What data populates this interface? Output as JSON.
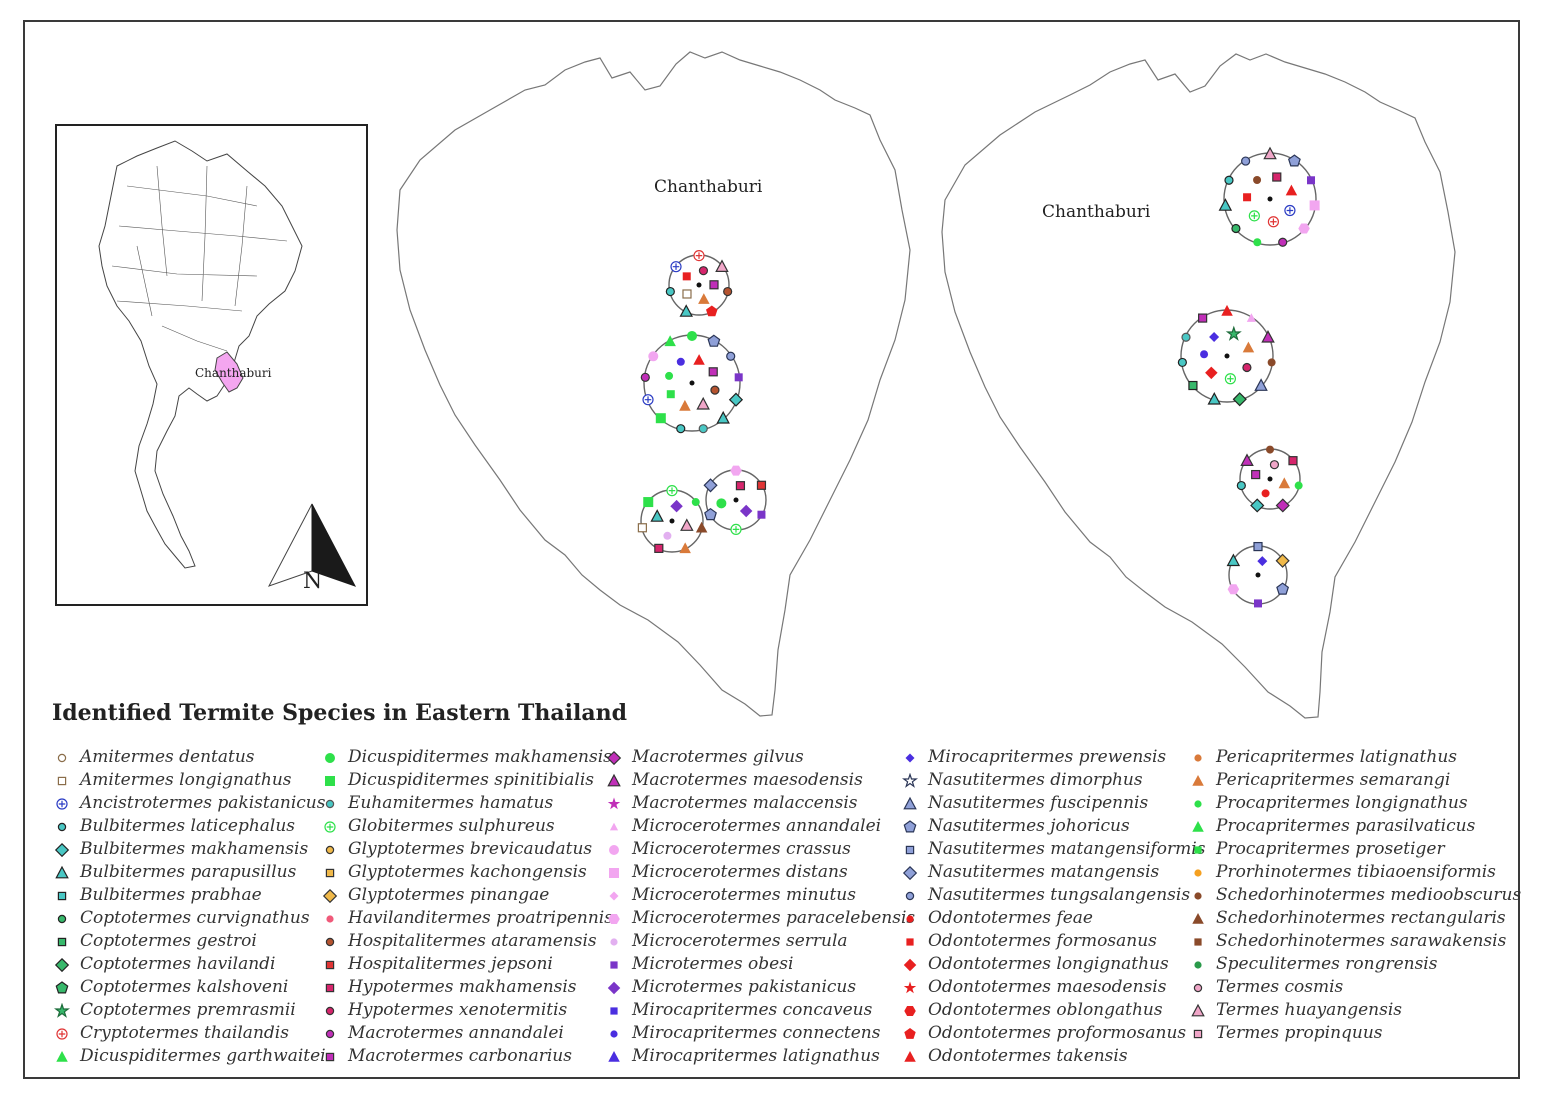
{
  "title": "Identified Termite Species in Eastern Thailand",
  "inset": {
    "highlight_label": "Chanthaburi",
    "north_label": "N",
    "highlight_color": "#f4a6f0"
  },
  "maps": [
    {
      "label": "Chanthaburi"
    },
    {
      "label": "Chanthaburi"
    }
  ],
  "legend": [
    {
      "name": "Amitermes dentatus",
      "shape": "circle",
      "fill": "#ffffff",
      "stroke": "#8a6d4a",
      "size": "s"
    },
    {
      "name": "Amitermes longignathus",
      "shape": "square",
      "fill": "#ffffff",
      "stroke": "#8a6d4a",
      "size": "s"
    },
    {
      "name": "Ancistrotermes pakistanicus",
      "shape": "circleplus",
      "fill": "#ffffff",
      "stroke": "#2b3cc4",
      "size": "m"
    },
    {
      "name": "Bulbitermes laticephalus",
      "shape": "circle",
      "fill": "#49c7c4",
      "stroke": "#222",
      "size": "s"
    },
    {
      "name": "Bulbitermes makhamensis",
      "shape": "diamond",
      "fill": "#49c7c4",
      "stroke": "#222",
      "size": "m"
    },
    {
      "name": "Bulbitermes parapusillus",
      "shape": "triangle",
      "fill": "#49c7c4",
      "stroke": "#222",
      "size": "m"
    },
    {
      "name": "Bulbitermes prabhae",
      "shape": "square",
      "fill": "#49c7c4",
      "stroke": "#222",
      "size": "s"
    },
    {
      "name": "Coptotermes curvignathus",
      "shape": "circle",
      "fill": "#37b86b",
      "stroke": "#222",
      "size": "s"
    },
    {
      "name": "Coptotermes gestroi",
      "shape": "square",
      "fill": "#37b86b",
      "stroke": "#222",
      "size": "s"
    },
    {
      "name": "Coptotermes havilandi",
      "shape": "diamond",
      "fill": "#37b86b",
      "stroke": "#222",
      "size": "m"
    },
    {
      "name": "Coptotermes kalshoveni",
      "shape": "pentagon",
      "fill": "#37b86b",
      "stroke": "#222",
      "size": "m"
    },
    {
      "name": "Coptotermes premrasmii",
      "shape": "star",
      "fill": "#37b86b",
      "stroke": "#1d6b3a",
      "size": "m"
    },
    {
      "name": "Cryptotermes thailandis",
      "shape": "circleplus",
      "fill": "#ffffff",
      "stroke": "#e03535",
      "size": "m"
    },
    {
      "name": "Dicuspiditermes garthwaitei",
      "shape": "triangle",
      "fill": "#2ee04a",
      "stroke": "none",
      "size": "m"
    },
    {
      "name": "Dicuspiditermes makhamensis",
      "shape": "circle",
      "fill": "#2ee04a",
      "stroke": "none",
      "size": "m"
    },
    {
      "name": "Dicuspiditermes spinitibialis",
      "shape": "square",
      "fill": "#2ee04a",
      "stroke": "none",
      "size": "m"
    },
    {
      "name": "Euhamitermes hamatus",
      "shape": "circle",
      "fill": "#49c7c4",
      "stroke": "#555",
      "size": "s"
    },
    {
      "name": "Globitermes sulphureus",
      "shape": "circleplus",
      "fill": "#ffffff",
      "stroke": "#2ee04a",
      "size": "m"
    },
    {
      "name": "Glyptotermes brevicaudatus",
      "shape": "circle",
      "fill": "#f0b94a",
      "stroke": "#333",
      "size": "s"
    },
    {
      "name": "Glyptotermes kachongensis",
      "shape": "square",
      "fill": "#f0b94a",
      "stroke": "#333",
      "size": "s"
    },
    {
      "name": "Glyptotermes pinangae",
      "shape": "diamond",
      "fill": "#f0b94a",
      "stroke": "#333",
      "size": "m"
    },
    {
      "name": "Havilanditermes proatripennis",
      "shape": "circle",
      "fill": "#f05a7a",
      "stroke": "none",
      "size": "s"
    },
    {
      "name": "Hospitalitermes ataramensis",
      "shape": "circle",
      "fill": "#b5532f",
      "stroke": "#333",
      "size": "s"
    },
    {
      "name": "Hospitalitermes jepsoni",
      "shape": "square",
      "fill": "#e03535",
      "stroke": "#333",
      "size": "s"
    },
    {
      "name": "Hypotermes makhamensis",
      "shape": "square",
      "fill": "#d6256c",
      "stroke": "#333",
      "size": "s"
    },
    {
      "name": "Hypotermes xenotermitis",
      "shape": "circle",
      "fill": "#d6256c",
      "stroke": "#333",
      "size": "s"
    },
    {
      "name": "Macrotermes annandalei",
      "shape": "circle",
      "fill": "#c02fb8",
      "stroke": "#333",
      "size": "s"
    },
    {
      "name": "Macrotermes carbonarius",
      "shape": "square",
      "fill": "#c02fb8",
      "stroke": "#333",
      "size": "s"
    },
    {
      "name": "Macrotermes gilvus",
      "shape": "diamond",
      "fill": "#c02fb8",
      "stroke": "#333",
      "size": "m"
    },
    {
      "name": "Macrotermes maesodensis",
      "shape": "triangle",
      "fill": "#c02fb8",
      "stroke": "#333",
      "size": "m"
    },
    {
      "name": "Macrotermes malaccensis",
      "shape": "star",
      "fill": "#c02fb8",
      "stroke": "none",
      "size": "m"
    },
    {
      "name": "Microcerotermes annandalei",
      "shape": "triangle",
      "fill": "#f2a6f0",
      "stroke": "none",
      "size": "s"
    },
    {
      "name": "Microcerotermes crassus",
      "shape": "circle",
      "fill": "#f2a6f0",
      "stroke": "none",
      "size": "m"
    },
    {
      "name": "Microcerotermes distans",
      "shape": "square",
      "fill": "#f2a6f0",
      "stroke": "none",
      "size": "m"
    },
    {
      "name": "Microcerotermes minutus",
      "shape": "diamond",
      "fill": "#f2a6f0",
      "stroke": "none",
      "size": "s"
    },
    {
      "name": "Microcerotermes paracelebensis",
      "shape": "hexagon",
      "fill": "#f2a6f0",
      "stroke": "none",
      "size": "m"
    },
    {
      "name": "Microcerotermes serrula",
      "shape": "circle",
      "fill": "#e2b0f0",
      "stroke": "none",
      "size": "s"
    },
    {
      "name": "Microtermes obesi",
      "shape": "square",
      "fill": "#7a35c8",
      "stroke": "none",
      "size": "s"
    },
    {
      "name": "Microtermes pakistanicus",
      "shape": "diamond",
      "fill": "#7a35c8",
      "stroke": "none",
      "size": "m"
    },
    {
      "name": "Mirocapritermes concaveus",
      "shape": "square",
      "fill": "#4a2ee0",
      "stroke": "none",
      "size": "s"
    },
    {
      "name": "Mirocapritermes connectens",
      "shape": "circle",
      "fill": "#4a2ee0",
      "stroke": "none",
      "size": "s"
    },
    {
      "name": "Mirocapritermes latignathus",
      "shape": "triangle",
      "fill": "#4a2ee0",
      "stroke": "none",
      "size": "m"
    },
    {
      "name": "Mirocapritermes prewensis",
      "shape": "diamond",
      "fill": "#4a2ee0",
      "stroke": "none",
      "size": "s"
    },
    {
      "name": "Nasutitermes dimorphus",
      "shape": "star",
      "fill": "#ffffff",
      "stroke": "#2a3556",
      "size": "m"
    },
    {
      "name": "Nasutitermes fuscipennis",
      "shape": "triangle",
      "fill": "#8fa0d8",
      "stroke": "#2a3556",
      "size": "m"
    },
    {
      "name": "Nasutitermes johoricus",
      "shape": "pentagon",
      "fill": "#8fa0d8",
      "stroke": "#2a3556",
      "size": "m"
    },
    {
      "name": "Nasutitermes matangensiformis",
      "shape": "square",
      "fill": "#8fa0d8",
      "stroke": "#2a3556",
      "size": "s"
    },
    {
      "name": "Nasutitermes matangensis",
      "shape": "diamond",
      "fill": "#8fa0d8",
      "stroke": "#2a3556",
      "size": "m"
    },
    {
      "name": "Nasutitermes tungsalangensis",
      "shape": "circle",
      "fill": "#8fa0d8",
      "stroke": "#2a3556",
      "size": "s"
    },
    {
      "name": "Odontotermes feae",
      "shape": "circle",
      "fill": "#e82020",
      "stroke": "none",
      "size": "s"
    },
    {
      "name": "Odontotermes formosanus",
      "shape": "square",
      "fill": "#e82020",
      "stroke": "none",
      "size": "s"
    },
    {
      "name": "Odontotermes longignathus",
      "shape": "diamond",
      "fill": "#e82020",
      "stroke": "none",
      "size": "m"
    },
    {
      "name": "Odontotermes maesodensis",
      "shape": "star",
      "fill": "#e82020",
      "stroke": "none",
      "size": "m"
    },
    {
      "name": "Odontotermes oblongathus",
      "shape": "hexagon",
      "fill": "#e82020",
      "stroke": "none",
      "size": "m"
    },
    {
      "name": "Odontotermes proformosanus",
      "shape": "pentagon",
      "fill": "#e82020",
      "stroke": "none",
      "size": "m"
    },
    {
      "name": "Odontotermes takensis",
      "shape": "triangle",
      "fill": "#e82020",
      "stroke": "none",
      "size": "m"
    },
    {
      "name": "Pericapritermes latignathus",
      "shape": "circle",
      "fill": "#d97a3a",
      "stroke": "none",
      "size": "s"
    },
    {
      "name": "Pericapritermes semarangi",
      "shape": "triangle",
      "fill": "#d97a3a",
      "stroke": "none",
      "size": "m"
    },
    {
      "name": "Procapritermes longignathus",
      "shape": "circle",
      "fill": "#2ee04a",
      "stroke": "none",
      "size": "s"
    },
    {
      "name": "Procapritermes parasilvaticus",
      "shape": "triangle",
      "fill": "#2ee04a",
      "stroke": "none",
      "size": "m"
    },
    {
      "name": "Procapritermes prosetiger",
      "shape": "square",
      "fill": "#2ee04a",
      "stroke": "none",
      "size": "s"
    },
    {
      "name": "Prorhinotermes tibiaoensiformis",
      "shape": "circle",
      "fill": "#f5a020",
      "stroke": "none",
      "size": "s"
    },
    {
      "name": "Schedorhinotermes medioobscurus",
      "shape": "circle",
      "fill": "#8a4a2a",
      "stroke": "none",
      "size": "s"
    },
    {
      "name": "Schedorhinotermes rectangularis",
      "shape": "triangle",
      "fill": "#8a4a2a",
      "stroke": "none",
      "size": "m"
    },
    {
      "name": "Schedorhinotermes sarawakensis",
      "shape": "square",
      "fill": "#8a4a2a",
      "stroke": "none",
      "size": "s"
    },
    {
      "name": "Speculitermes rongrensis",
      "shape": "circle",
      "fill": "#2a9a4a",
      "stroke": "none",
      "size": "s"
    },
    {
      "name": "Termes cosmis",
      "shape": "circle",
      "fill": "#f0a6c8",
      "stroke": "#333",
      "size": "s"
    },
    {
      "name": "Termes huayangensis",
      "shape": "triangle",
      "fill": "#f0a6c8",
      "stroke": "#333",
      "size": "m"
    },
    {
      "name": "Termes propinquus",
      "shape": "square",
      "fill": "#f0a6c8",
      "stroke": "#333",
      "size": "s"
    }
  ]
}
